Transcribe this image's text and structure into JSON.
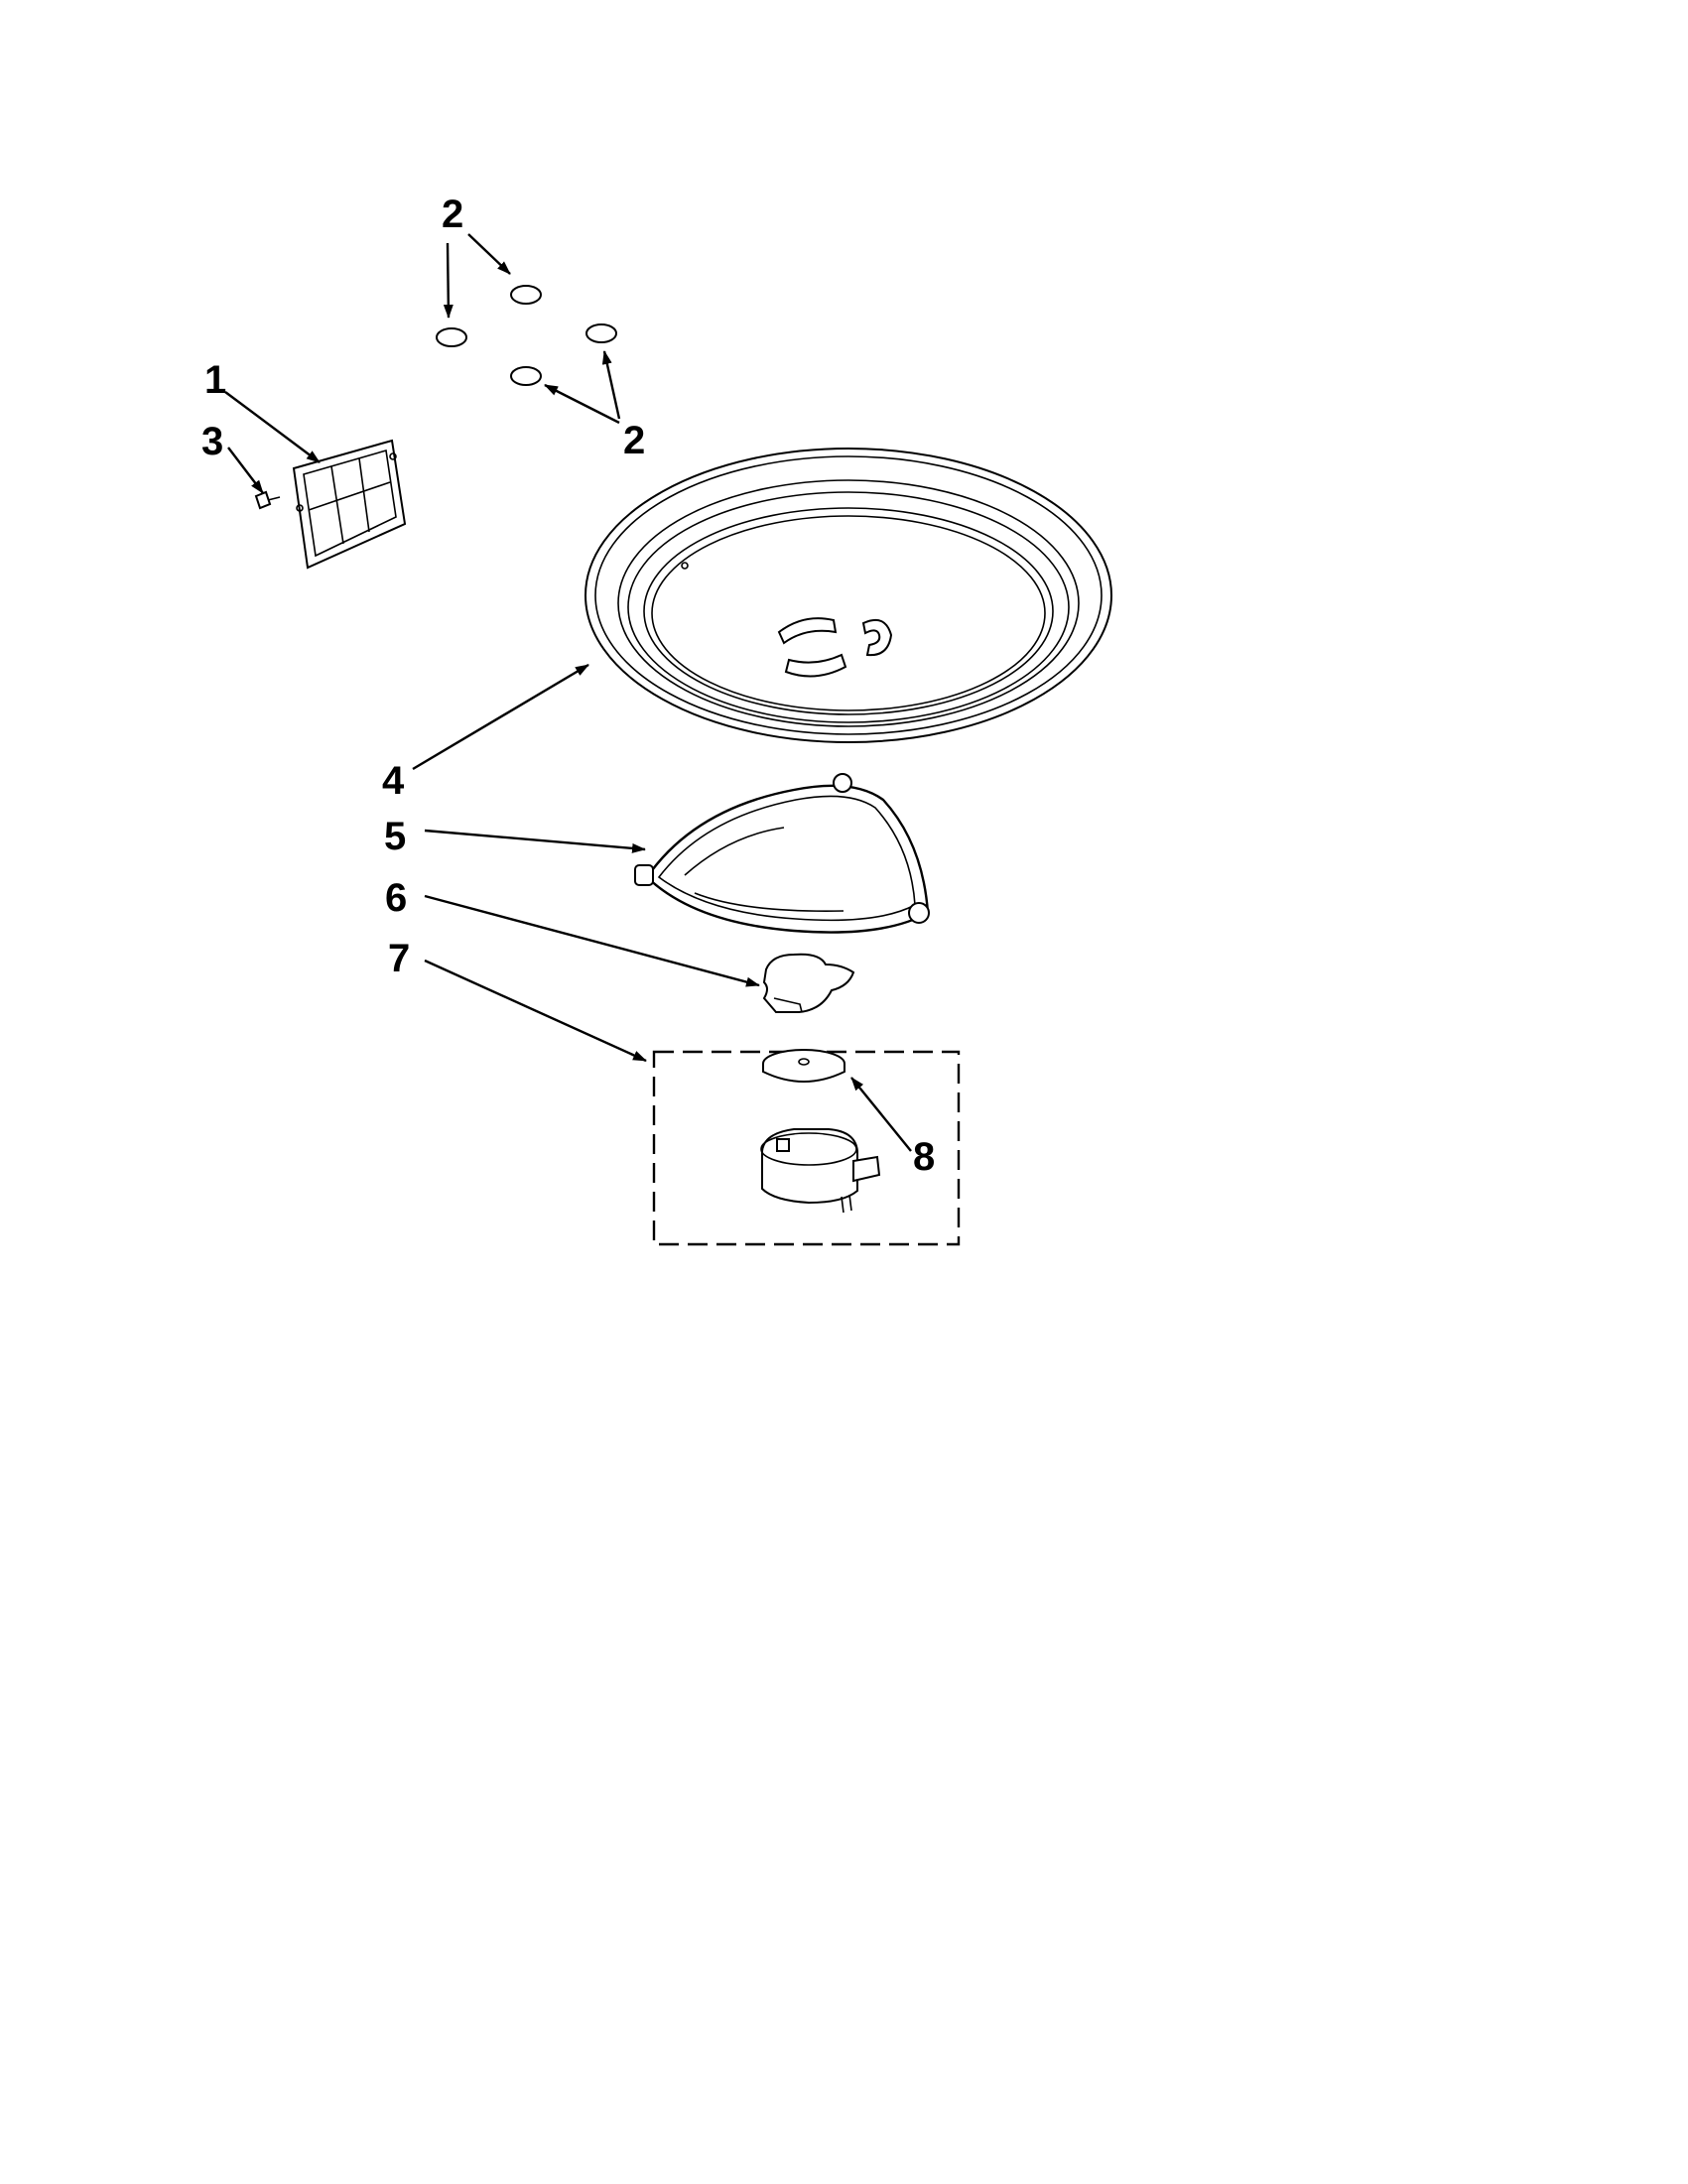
{
  "callouts": {
    "c1": "1",
    "c2_top": "2",
    "c2_bottom": "2",
    "c3": "3",
    "c4": "4",
    "c5": "5",
    "c6": "6",
    "c7": "7",
    "c8": "8"
  },
  "colors": {
    "ink": "#000000",
    "paper": "#ffffff"
  }
}
